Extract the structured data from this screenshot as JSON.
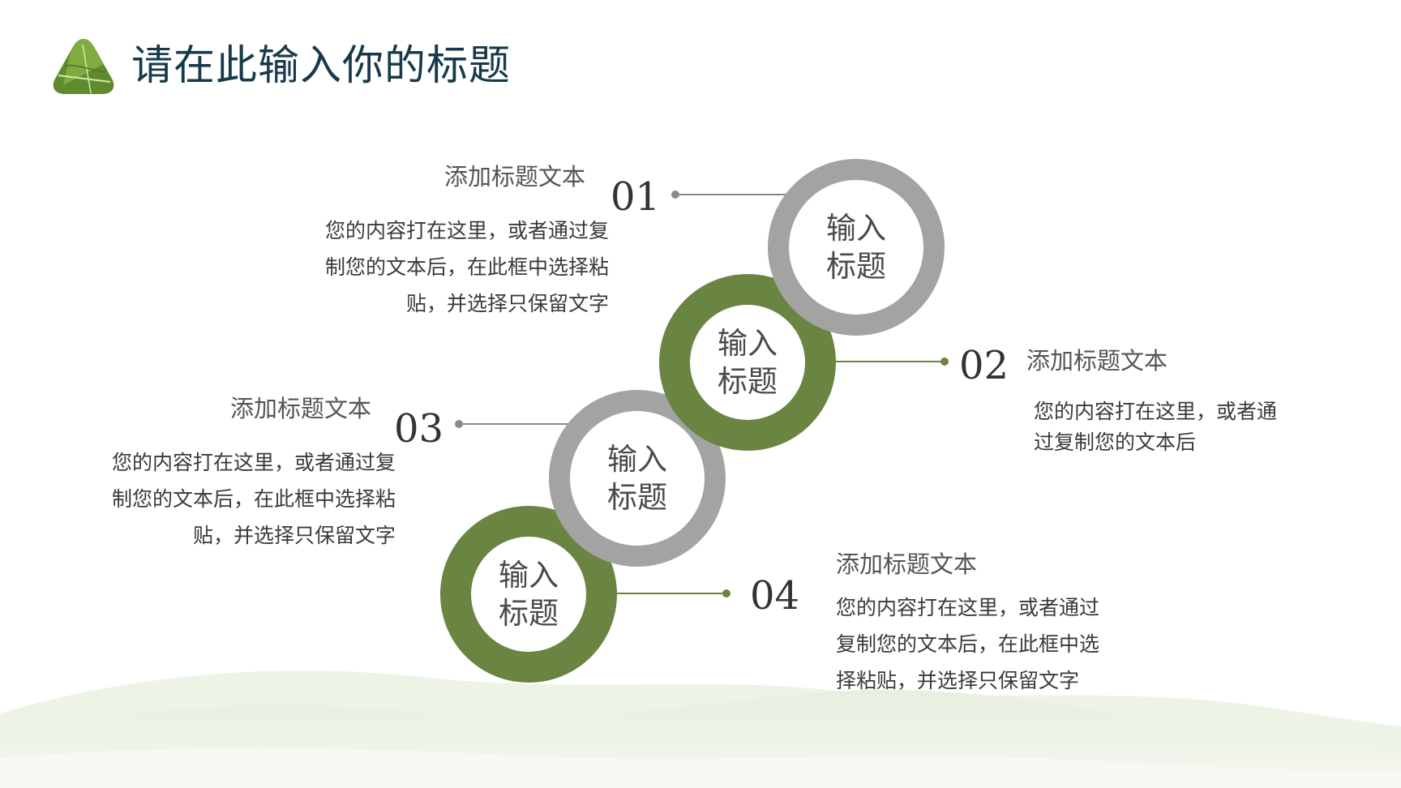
{
  "page": {
    "title": "请在此输入你的标题"
  },
  "colors": {
    "accent_green": "#6a8442",
    "ring_gray": "#a3a3a3",
    "title": "#173a4a",
    "hill": "#e6eedc"
  },
  "icons": {
    "title_icon": "zongzi-icon"
  },
  "steps": [
    {
      "number": "01",
      "circle_label": "输入标题",
      "title": "添加标题文本",
      "body": "您的内容打在这里，或者通过复制您的文本后，在此框中选择粘贴，并选择只保留文字"
    },
    {
      "number": "02",
      "circle_label": "输入标题",
      "title": "添加标题文本",
      "body": "您的内容打在这里，或者通过复制您的文本后"
    },
    {
      "number": "03",
      "circle_label": "输入标题",
      "title": "添加标题文本",
      "body": "您的内容打在这里，或者通过复制您的文本后，在此框中选择粘贴，并选择只保留文字"
    },
    {
      "number": "04",
      "circle_label": "输入标题",
      "title": "添加标题文本",
      "body": "您的内容打在这里，或者通过复制您的文本后，在此框中选择粘贴，并选择只保留文字"
    }
  ]
}
